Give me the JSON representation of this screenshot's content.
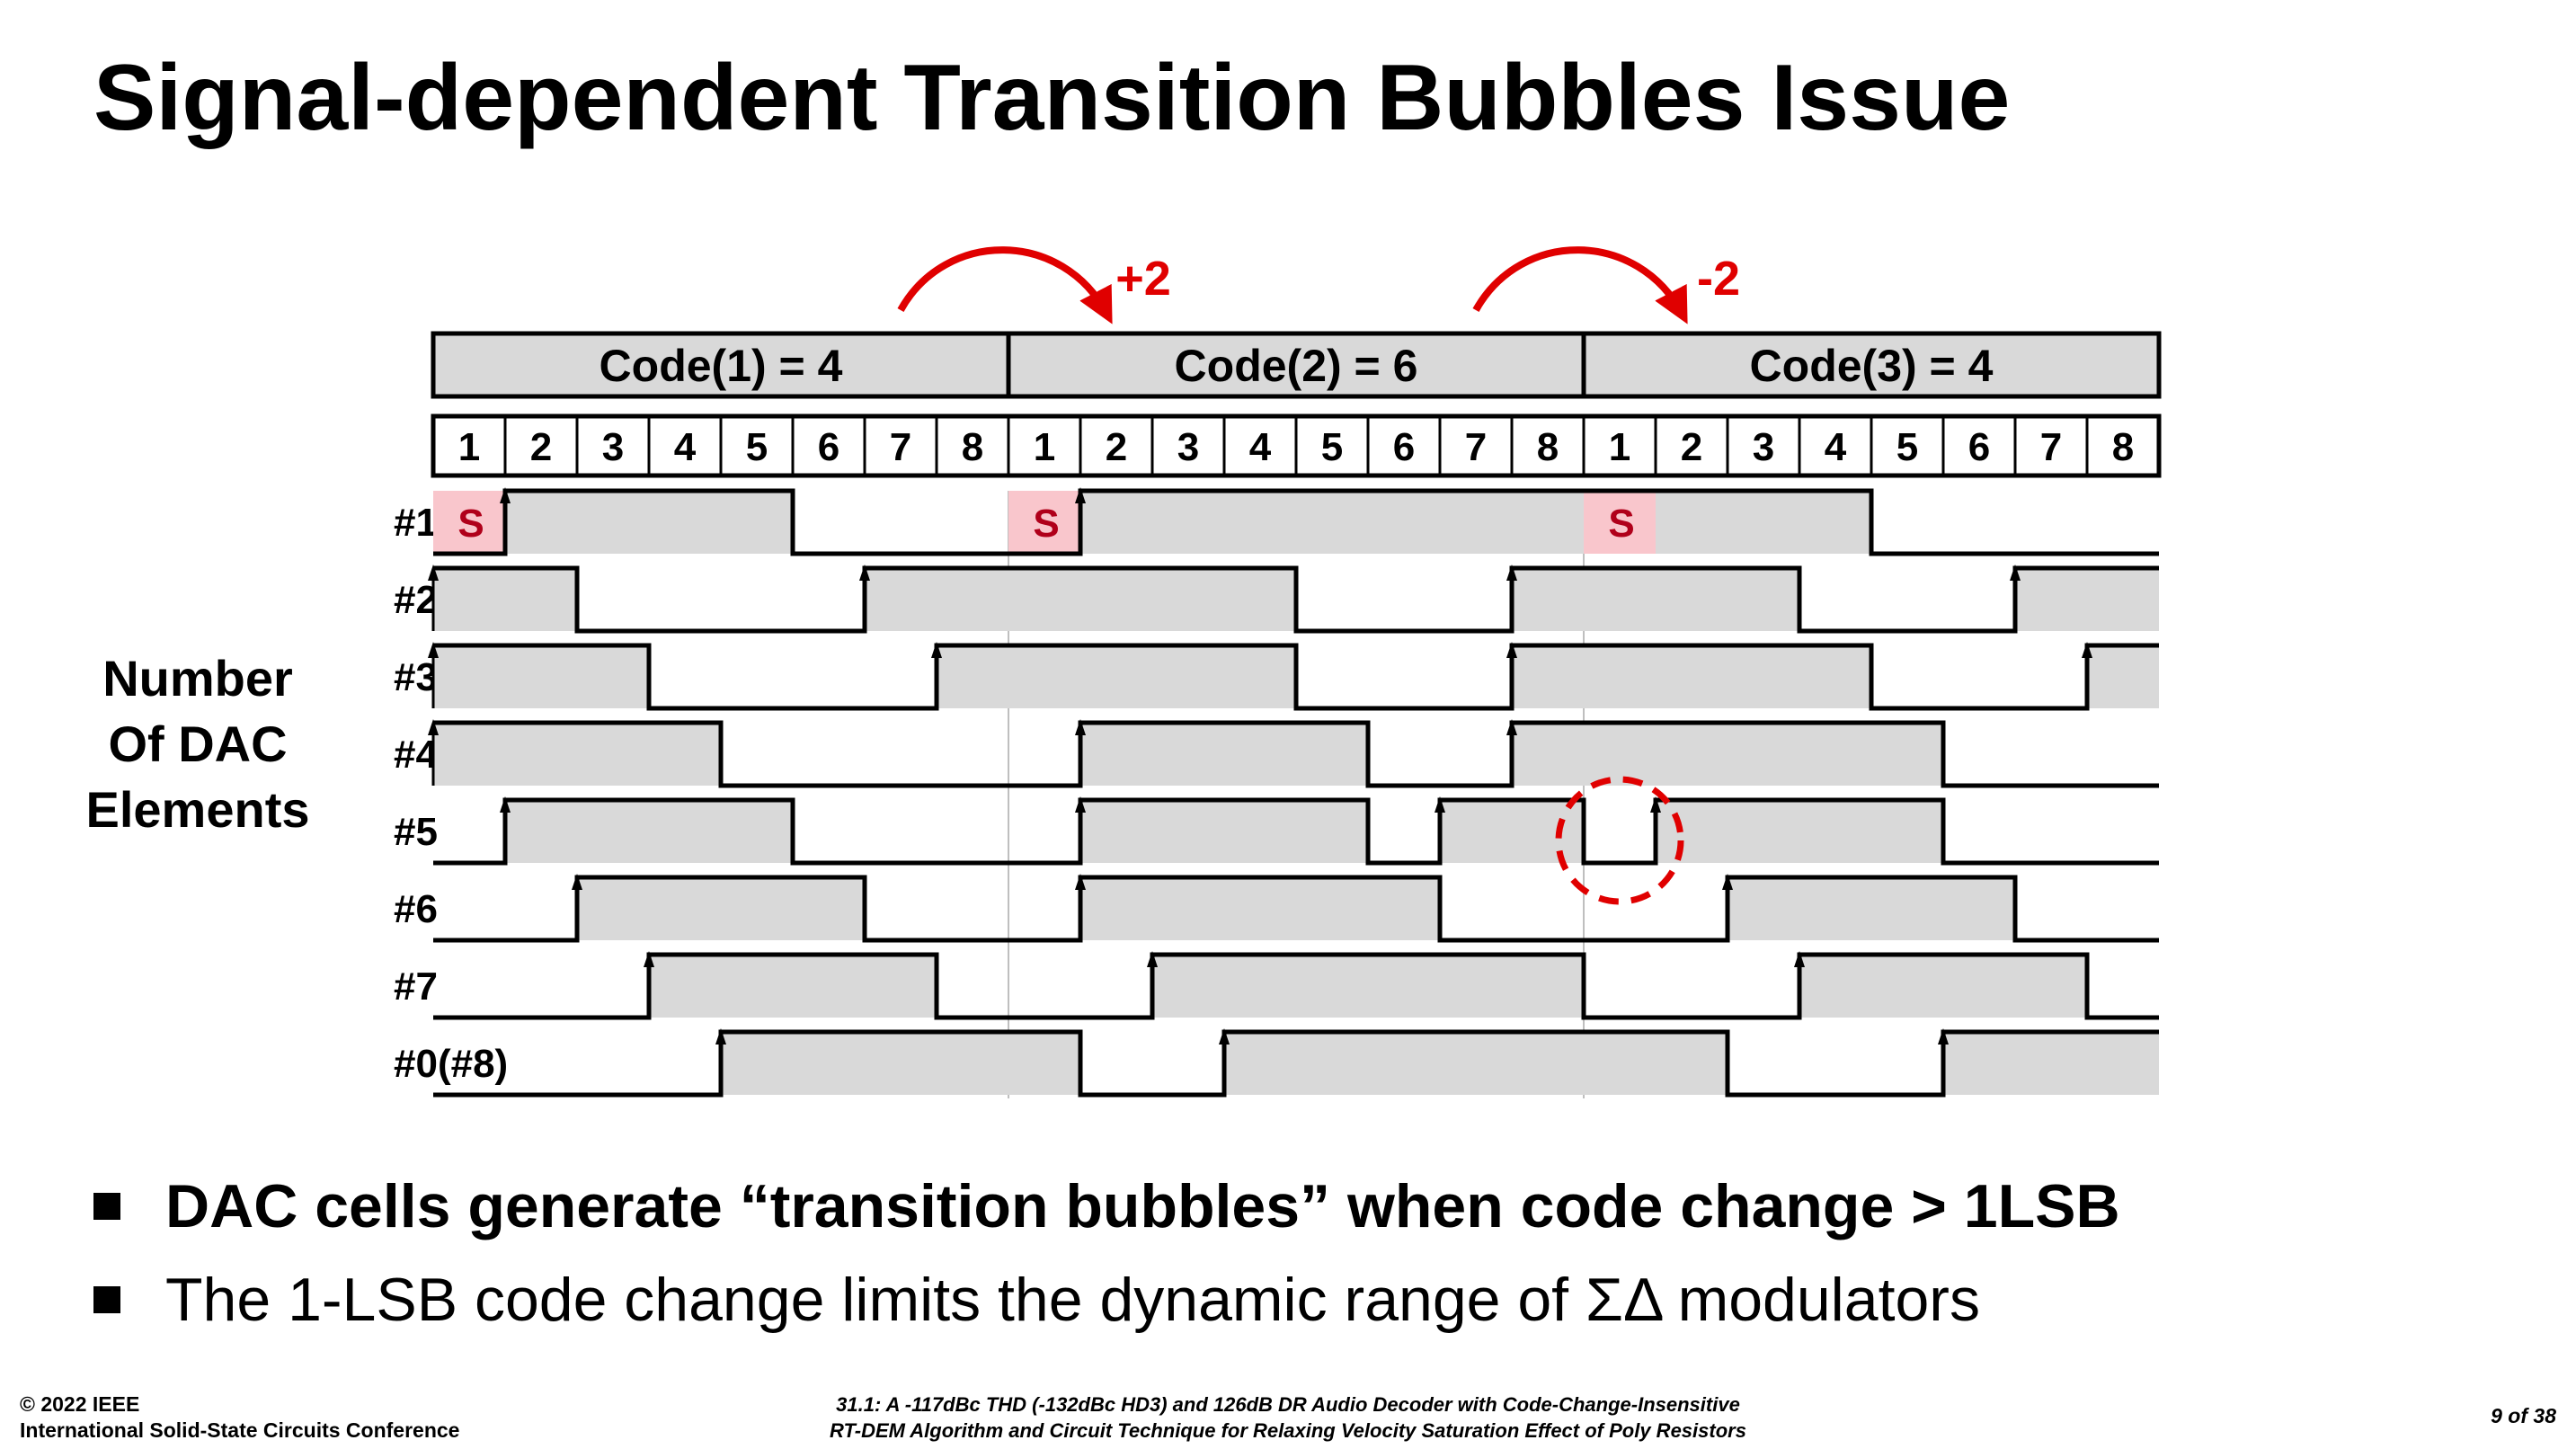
{
  "title": "Signal-dependent Transition Bubbles Issue",
  "side_label": [
    "Number",
    "Of DAC",
    "Elements"
  ],
  "diagram": {
    "code_boxes": [
      {
        "label": "Code(1) = 4",
        "code": 4
      },
      {
        "label": "Code(2) = 6",
        "code": 6
      },
      {
        "label": "Code(3) = 4",
        "code": 4
      }
    ],
    "slot_labels": [
      "1",
      "2",
      "3",
      "4",
      "5",
      "6",
      "7",
      "8"
    ],
    "row_labels": [
      "#1",
      "#2",
      "#3",
      "#4",
      "#5",
      "#6",
      "#7",
      "#0(#8)"
    ],
    "transitions": [
      {
        "label": "+2",
        "between": [
          1,
          2
        ]
      },
      {
        "label": "-2",
        "between": [
          2,
          3
        ]
      }
    ],
    "start_marker": "S",
    "waveforms": [
      "011110000111111111110000",
      "110000111111000111100011",
      "111000011111000111110001",
      "111100000111100111111000",
      "011110000111101101111000",
      "001111000111110000111100",
      "000111100011111100011110",
      "000011111001111111000111"
    ],
    "bubble": {
      "row": 5,
      "slot": 16
    }
  },
  "bullets": [
    "DAC cells generate “transition bubbles” when code change > 1LSB",
    "The 1-LSB code change limits the dynamic range of ΣΔ modulators"
  ],
  "footer": {
    "left": [
      "© 2022 IEEE",
      "International Solid-State Circuits Conference"
    ],
    "center": [
      "31.1: A -117dBc THD (-132dBc HD3) and 126dB DR Audio Decoder with Code-Change-Insensitive",
      "RT-DEM Algorithm and Circuit Technique for Relaxing Velocity Saturation Effect of Poly Resistors"
    ],
    "right": "9 of 38"
  },
  "colors": {
    "accent": "#e00000",
    "fill": "#d9d9d9",
    "marker_bg": "#f9c6cc",
    "marker_text": "#b0001a"
  }
}
